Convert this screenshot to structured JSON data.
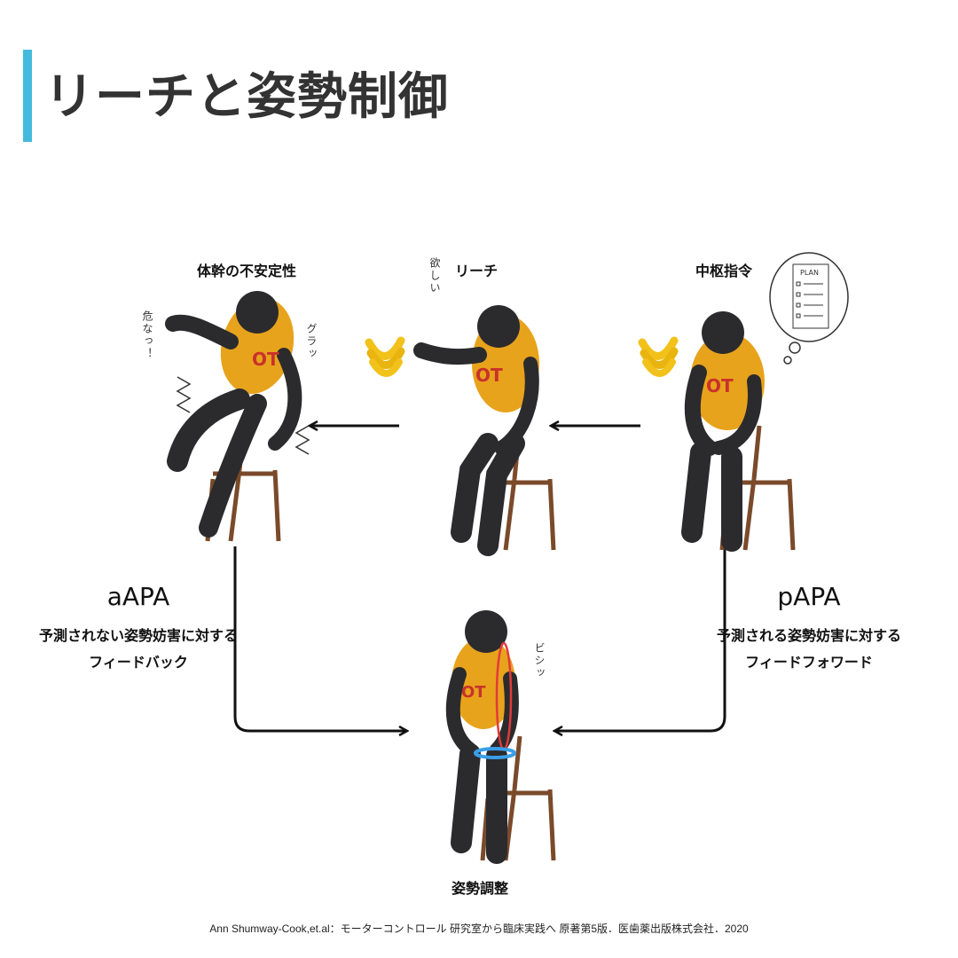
{
  "title": "リーチと姿勢制御",
  "stages": {
    "trunk": "体幹の不安定性",
    "reach": "リーチ",
    "central": "中枢指令",
    "posture": "姿勢調整"
  },
  "apa_left": {
    "name": "aAPA",
    "line1": "予測されない姿勢妨害に対する",
    "line2": "フィードバック"
  },
  "apa_right": {
    "name": "pAPA",
    "line1": "予測される姿勢妨害に対する",
    "line2": "フィードフォワード"
  },
  "notes": {
    "danger": "危なっ！",
    "wobble": "グラッ",
    "want": "欲しい",
    "stiff": "ビシッ",
    "plan": "PLAN"
  },
  "shirt_text": "OT",
  "citation": "Ann Shumway-Cook,et.al：モーターコントロール 研究室から臨床実践へ 原著第5版．医歯薬出版株式会社．2020",
  "colors": {
    "accent": "#44bbdd",
    "shirt": "#e8a31c",
    "gorilla": "#2b2b2e",
    "chair": "#7a4a2a",
    "banana": "#f2c21a",
    "ring": "#3a9ee8",
    "muscle": "#e23a3a"
  }
}
